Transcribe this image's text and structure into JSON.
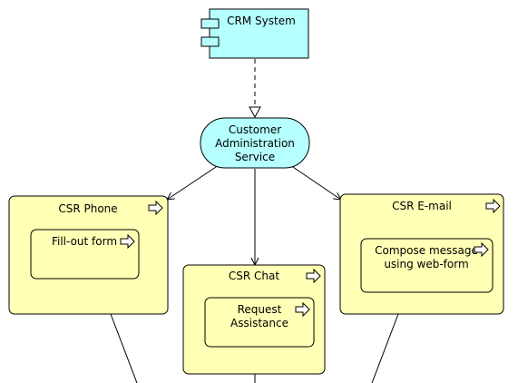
{
  "colors": {
    "application_component": "#b5ffff",
    "application_service": "#b5ffff",
    "business_process": "#ffffb5",
    "stroke": "#000000"
  },
  "nodes": {
    "crm_system": {
      "label": "CRM System",
      "icon": "component-icon"
    },
    "customer_admin_service": {
      "lines": [
        "Customer",
        "Administration",
        "Service"
      ]
    },
    "csr_phone": {
      "label": "CSR Phone",
      "icon": "process-arrow-icon"
    },
    "fill_out_form": {
      "label": "Fill-out form",
      "icon": "process-arrow-icon"
    },
    "csr_chat": {
      "label": "CSR Chat",
      "icon": "process-arrow-icon"
    },
    "request_assistance": {
      "lines": [
        "Request",
        "Assistance"
      ],
      "icon": "process-arrow-icon"
    },
    "csr_email": {
      "label": "CSR E-mail",
      "icon": "process-arrow-icon"
    },
    "compose_message": {
      "lines": [
        "Compose message",
        "using web-form"
      ],
      "icon": "process-arrow-icon"
    }
  }
}
